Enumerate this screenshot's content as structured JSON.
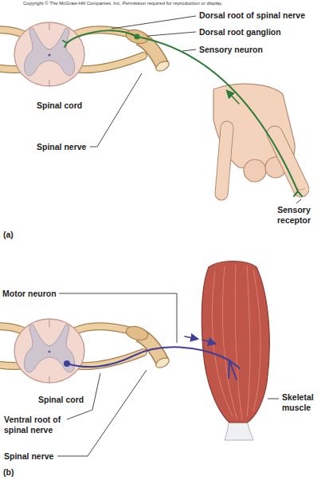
{
  "diagram": {
    "labels": [
      "Copyright © The McGraw-Hill Companies, Inc. Permission required for reproduction or display.",
      "Dorsal root of spinal nerve",
      "Dorsal root ganglion",
      "Sensory neuron",
      "Spinal cord",
      "Spinal nerve",
      "Sensory receptor",
      "(a)",
      "Motor neuron",
      "Spinal cord",
      "Skeletal muscle",
      "Ventral root of spinal nerve",
      "Spinal nerve",
      "(b)"
    ]
  }
}
